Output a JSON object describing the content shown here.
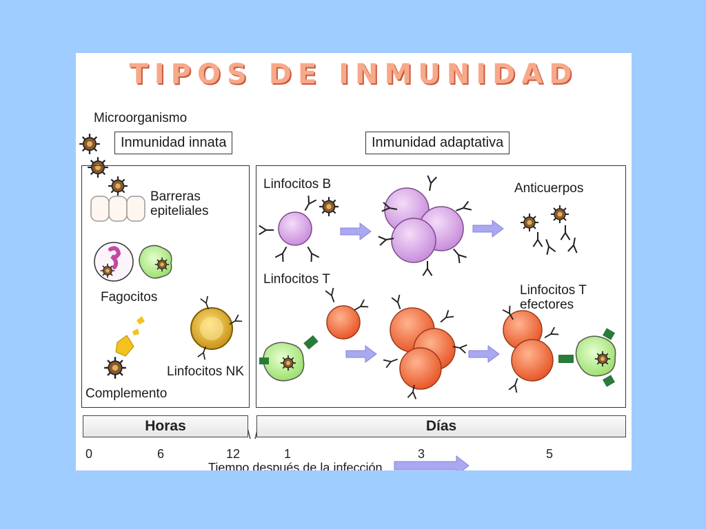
{
  "title": "TIPOS DE  INMUNIDAD",
  "labels": {
    "microorganism": "Microorganismo",
    "innate_box": "Inmunidad innata",
    "adaptive_box": "Inmunidad adaptativa",
    "barriers_line1": "Barreras",
    "barriers_line2": "epiteliales",
    "phagocytes": "Fagocitos",
    "complement": "Complemento",
    "nk_cells": "Linfocitos NK",
    "b_cells": "Linfocitos B",
    "antibodies": "Anticuerpos",
    "t_cells": "Linfocitos T",
    "effector_t_line1": "Linfocitos T",
    "effector_t_line2": "efectores"
  },
  "timeline": {
    "hours_label": "Horas",
    "days_label": "Días",
    "ticks": [
      "0",
      "6",
      "12",
      "1",
      "3",
      "5"
    ],
    "caption": "Tiempo después de la infección"
  },
  "colors": {
    "background": "#9fcdff",
    "title_fill": "#f7a98a",
    "b_cell": "#d9a6e8",
    "t_cell": "#f3784a",
    "phagocyte": "#b8f08c",
    "nk_cell": "#e8b72a",
    "arrow": "#a9a8f0",
    "microbe": "#8a5a2b"
  }
}
